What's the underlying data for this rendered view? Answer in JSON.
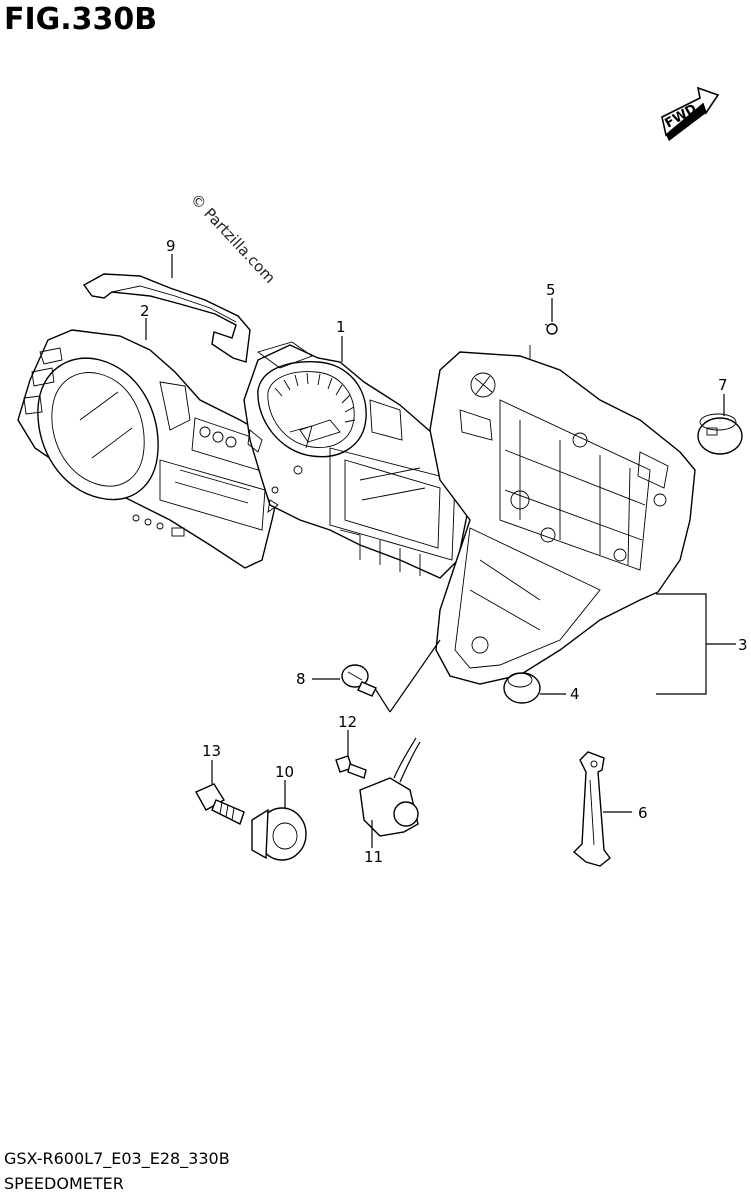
{
  "figure": {
    "title": "FIG.330B",
    "watermark": "© Partzilla.com",
    "fwd_label": "FWD",
    "footer_code": "GSX-R600L7_E03_E28_330B",
    "footer_name": "SPEEDOMETER"
  },
  "callouts": [
    {
      "id": "1",
      "label": "1"
    },
    {
      "id": "2",
      "label": "2"
    },
    {
      "id": "3",
      "label": "3"
    },
    {
      "id": "4",
      "label": "4"
    },
    {
      "id": "5",
      "label": "5"
    },
    {
      "id": "6",
      "label": "6"
    },
    {
      "id": "7",
      "label": "7"
    },
    {
      "id": "8",
      "label": "8"
    },
    {
      "id": "9",
      "label": "9"
    },
    {
      "id": "10",
      "label": "10"
    },
    {
      "id": "11",
      "label": "11"
    },
    {
      "id": "12",
      "label": "12"
    },
    {
      "id": "13",
      "label": "13"
    }
  ]
}
